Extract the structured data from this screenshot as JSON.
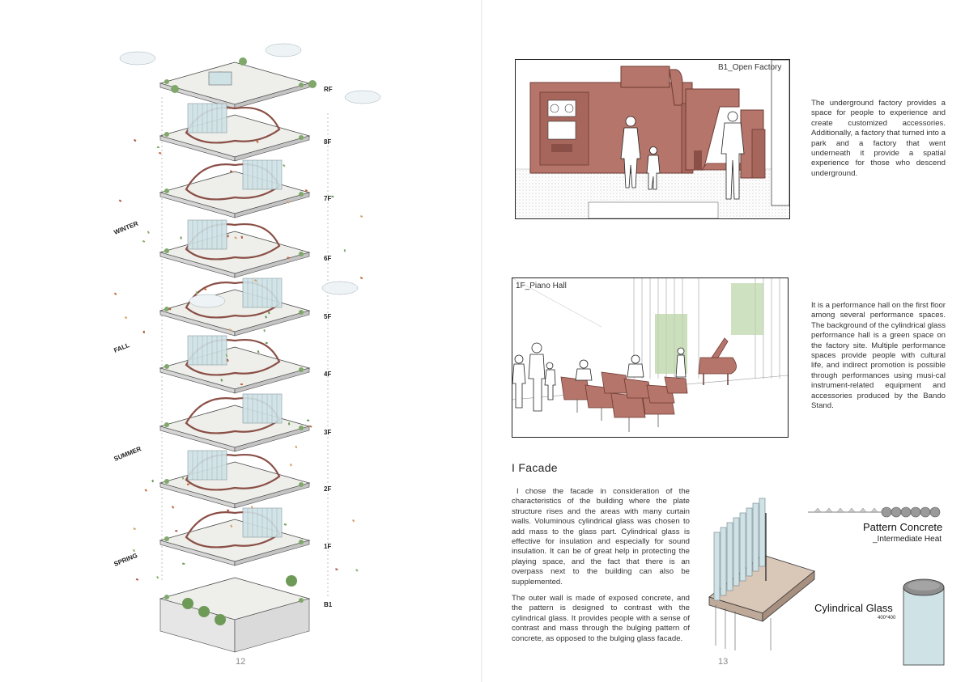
{
  "left_page": {
    "page_number": "12",
    "seasons": [
      "WINTER",
      "FALL",
      "SUMMER",
      "SPRING"
    ],
    "floors": [
      "RF",
      "8F",
      "7F",
      "6F",
      "5F",
      "4F",
      "3F",
      "2F",
      "1F",
      "B1"
    ]
  },
  "right_page": {
    "page_number": "13",
    "panel1": {
      "title": "B1_Open Factory",
      "text": "The underground factory provides a space for people to experience and create customized accessories. Additionally, a factory that turned into a park and a factory that went underneath it provide a spatial experience for those who descend underground."
    },
    "panel2": {
      "title": "1F_Piano Hall",
      "text": "It is a performance hall on the first floor among several performance spaces. The background of the cylindrical glass performance hall is a green space on the factory site. Multiple performance spaces provide people with cultural life, and indirect promotion is possible through performances using musi-cal instrument-related equipment and accessories produced by the Bando Stand."
    },
    "facade": {
      "heading": "I Facade",
      "para1": "I chose the facade in consideration of the characteristics of the building where the plate structure rises and the areas with many curtain walls. Voluminous cylindrical glass was chosen to add mass to the glass part. Cylindrical glass is effective for insulation and especially for sound insulation. It can be of great help in protecting the playing space, and the fact that there is an overpass next to the building can also be supplemented.",
      "para2": "The outer wall is made of exposed concrete, and the pattern is designed to contrast with the cylindrical glass. It provides people with a sense of contrast and mass through the bulging pattern of concrete, as opposed to the bulging glass facade."
    },
    "materials": {
      "pattern_title": "Pattern Concrete",
      "pattern_sub": "_Intermediate Heat",
      "glass_title": "Cylindrical Glass",
      "glass_size": "400*400"
    }
  },
  "colors": {
    "machine": "#b5756a",
    "machine_dark": "#8a4f46",
    "glass": "#cfe2e6",
    "green": "#7fa86a",
    "concrete": "#cfcfcf"
  }
}
